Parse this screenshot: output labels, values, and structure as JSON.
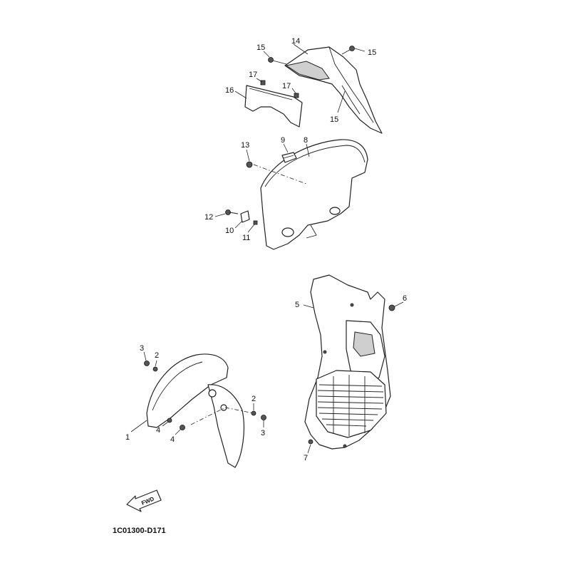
{
  "diagram": {
    "code": "1C01300-D171",
    "fwd_label": "FWD",
    "callouts": {
      "c1": "1",
      "c2a": "2",
      "c2b": "2",
      "c3a": "3",
      "c3b": "3",
      "c4a": "4",
      "c4b": "4",
      "c5": "5",
      "c6": "6",
      "c7": "7",
      "c8": "8",
      "c9": "9",
      "c10": "10",
      "c11": "11",
      "c12": "12",
      "c13": "13",
      "c14": "14",
      "c15a": "15",
      "c15b": "15",
      "c16": "16",
      "c17a": "17",
      "c17b": "17"
    }
  }
}
